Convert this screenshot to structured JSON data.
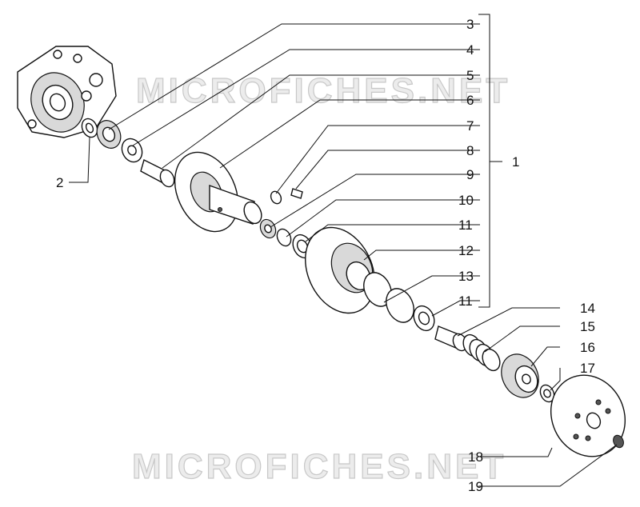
{
  "watermark": "MICROFICHES.NET",
  "callouts": {
    "c1": "1",
    "c2": "2",
    "c3": "3",
    "c4": "4",
    "c5": "5",
    "c6": "6",
    "c7": "7",
    "c8": "8",
    "c9": "9",
    "c10": "10",
    "c11a": "11",
    "c12": "12",
    "c13": "13",
    "c11b": "11",
    "c14": "14",
    "c15": "15",
    "c16": "16",
    "c17": "17",
    "c18": "18",
    "c19": "19"
  }
}
